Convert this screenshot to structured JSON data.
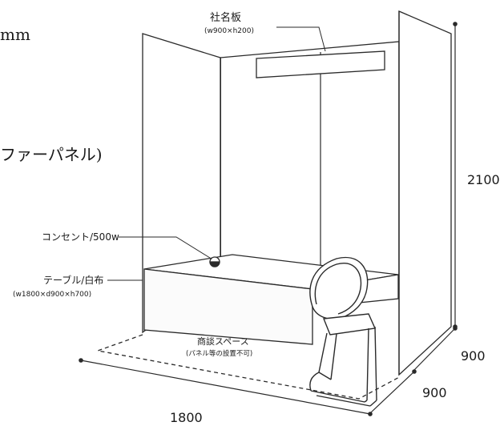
{
  "left_partial": {
    "unit": "mm",
    "panel_note": "ファーパネル)"
  },
  "labels": {
    "signboard": "社名板",
    "signboard_size": "(w900×h200)",
    "outlet": "コンセント/500w",
    "table": "テーブル/白布",
    "table_size": "(w1800×d900×h700)",
    "business_space": "商談スペース",
    "business_note": "(パネル等の設置不可)"
  },
  "dimensions": {
    "height": "2100",
    "depth_upper": "900",
    "depth_lower": "900",
    "width": "1800"
  },
  "colors": {
    "line": "#2a2a2a",
    "panel_fill": "#ffffff",
    "shade": "#f3f3f3"
  }
}
